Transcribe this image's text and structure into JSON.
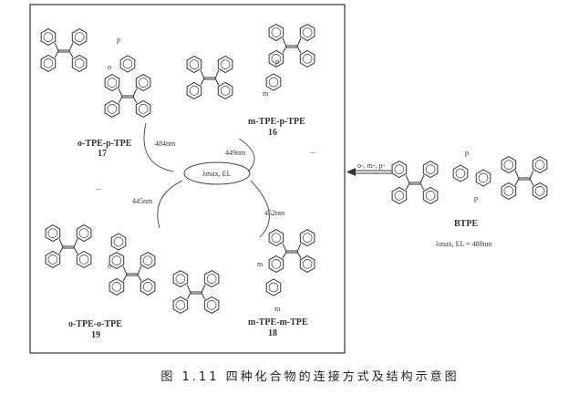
{
  "compounds": [
    {
      "name": "o-TPE-p-TPE",
      "number": "17"
    },
    {
      "name": "m-TPE-p-TPE",
      "number": "16"
    },
    {
      "name": "o-TPE-o-TPE",
      "number": "19"
    },
    {
      "name": "m-TPE-m-TPE",
      "number": "18"
    },
    {
      "name": "BTPE",
      "number": ""
    }
  ],
  "wavelengths": {
    "c17": "484nm",
    "c16": "449nm",
    "c19": "445nm",
    "c18": "452nm",
    "center": "λmax, EL",
    "btpe": "λmax, EL = 488nm"
  },
  "substitution_labels": {
    "p": "p",
    "o": "o",
    "m": "m"
  },
  "arrow_label": "o-, m-, p-",
  "ellipsis": "...",
  "caption": "图 1.11 四种化合物的连接方式及结构示意图"
}
